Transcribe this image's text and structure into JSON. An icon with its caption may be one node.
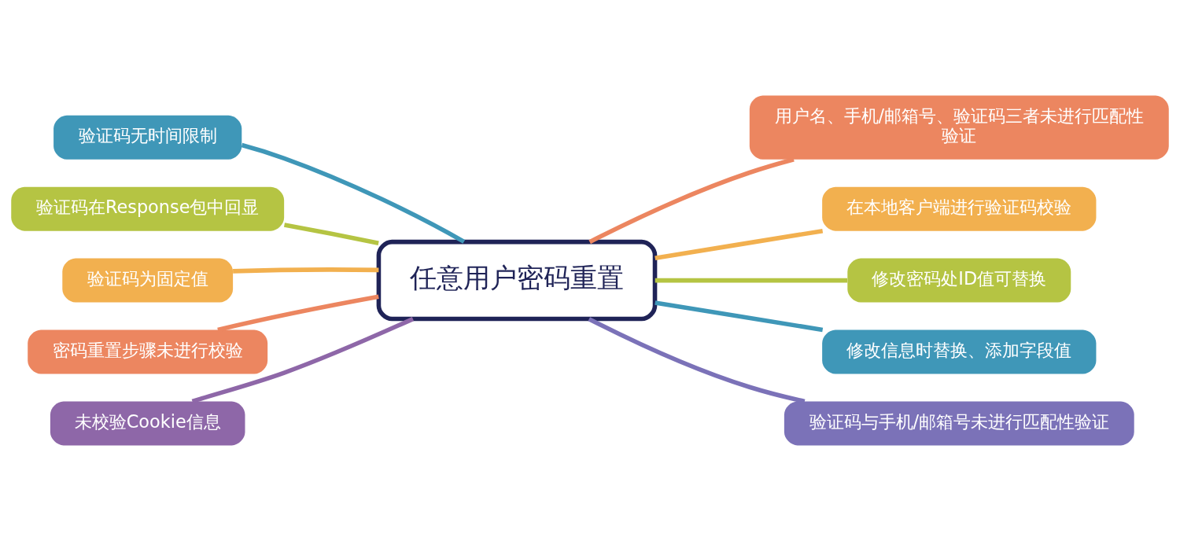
{
  "diagram": {
    "nodes": [
      {
        "text": [
          "任意用户密码重置"
        ]
      },
      {
        "text": [
          "验证码无时间限制"
        ]
      },
      {
        "text": [
          "验证码在Response包中回显"
        ]
      },
      {
        "text": [
          "验证码为固定值"
        ]
      },
      {
        "text": [
          "密码重置步骤未进行校验"
        ]
      },
      {
        "text": [
          "未校验Cookie信息"
        ]
      },
      {
        "text": [
          "用户名、手机/邮箱号、验证码三者未进行匹配性验证"
        ]
      },
      {
        "text": [
          "在本地客户端进行验证码校验"
        ]
      },
      {
        "text": [
          "修改密码处ID值可替换"
        ]
      },
      {
        "text": [
          "修改信息时替换、添加字段值"
        ]
      },
      {
        "text": [
          "验证码与手机/邮箱号未进行匹配性验证"
        ]
      }
    ],
    "edges": [
      {
        "from": 0,
        "to": 1,
        "arrow": "none",
        "color": "#3f97b8"
      },
      {
        "from": 0,
        "to": 2,
        "arrow": "none",
        "color": "#b5c443"
      },
      {
        "from": 0,
        "to": 3,
        "arrow": "none",
        "color": "#f2b04f"
      },
      {
        "from": 0,
        "to": 4,
        "arrow": "none",
        "color": "#ec8660"
      },
      {
        "from": 0,
        "to": 5,
        "arrow": "none",
        "color": "#8e67a8"
      },
      {
        "from": 0,
        "to": 6,
        "arrow": "none",
        "color": "#ec8660"
      },
      {
        "from": 0,
        "to": 7,
        "arrow": "none",
        "color": "#f2b04f"
      },
      {
        "from": 0,
        "to": 8,
        "arrow": "none",
        "color": "#b5c443"
      },
      {
        "from": 0,
        "to": 9,
        "arrow": "none",
        "color": "#3f97b8"
      },
      {
        "from": 0,
        "to": 10,
        "arrow": "none",
        "color": "#7b72b8"
      }
    ]
  }
}
